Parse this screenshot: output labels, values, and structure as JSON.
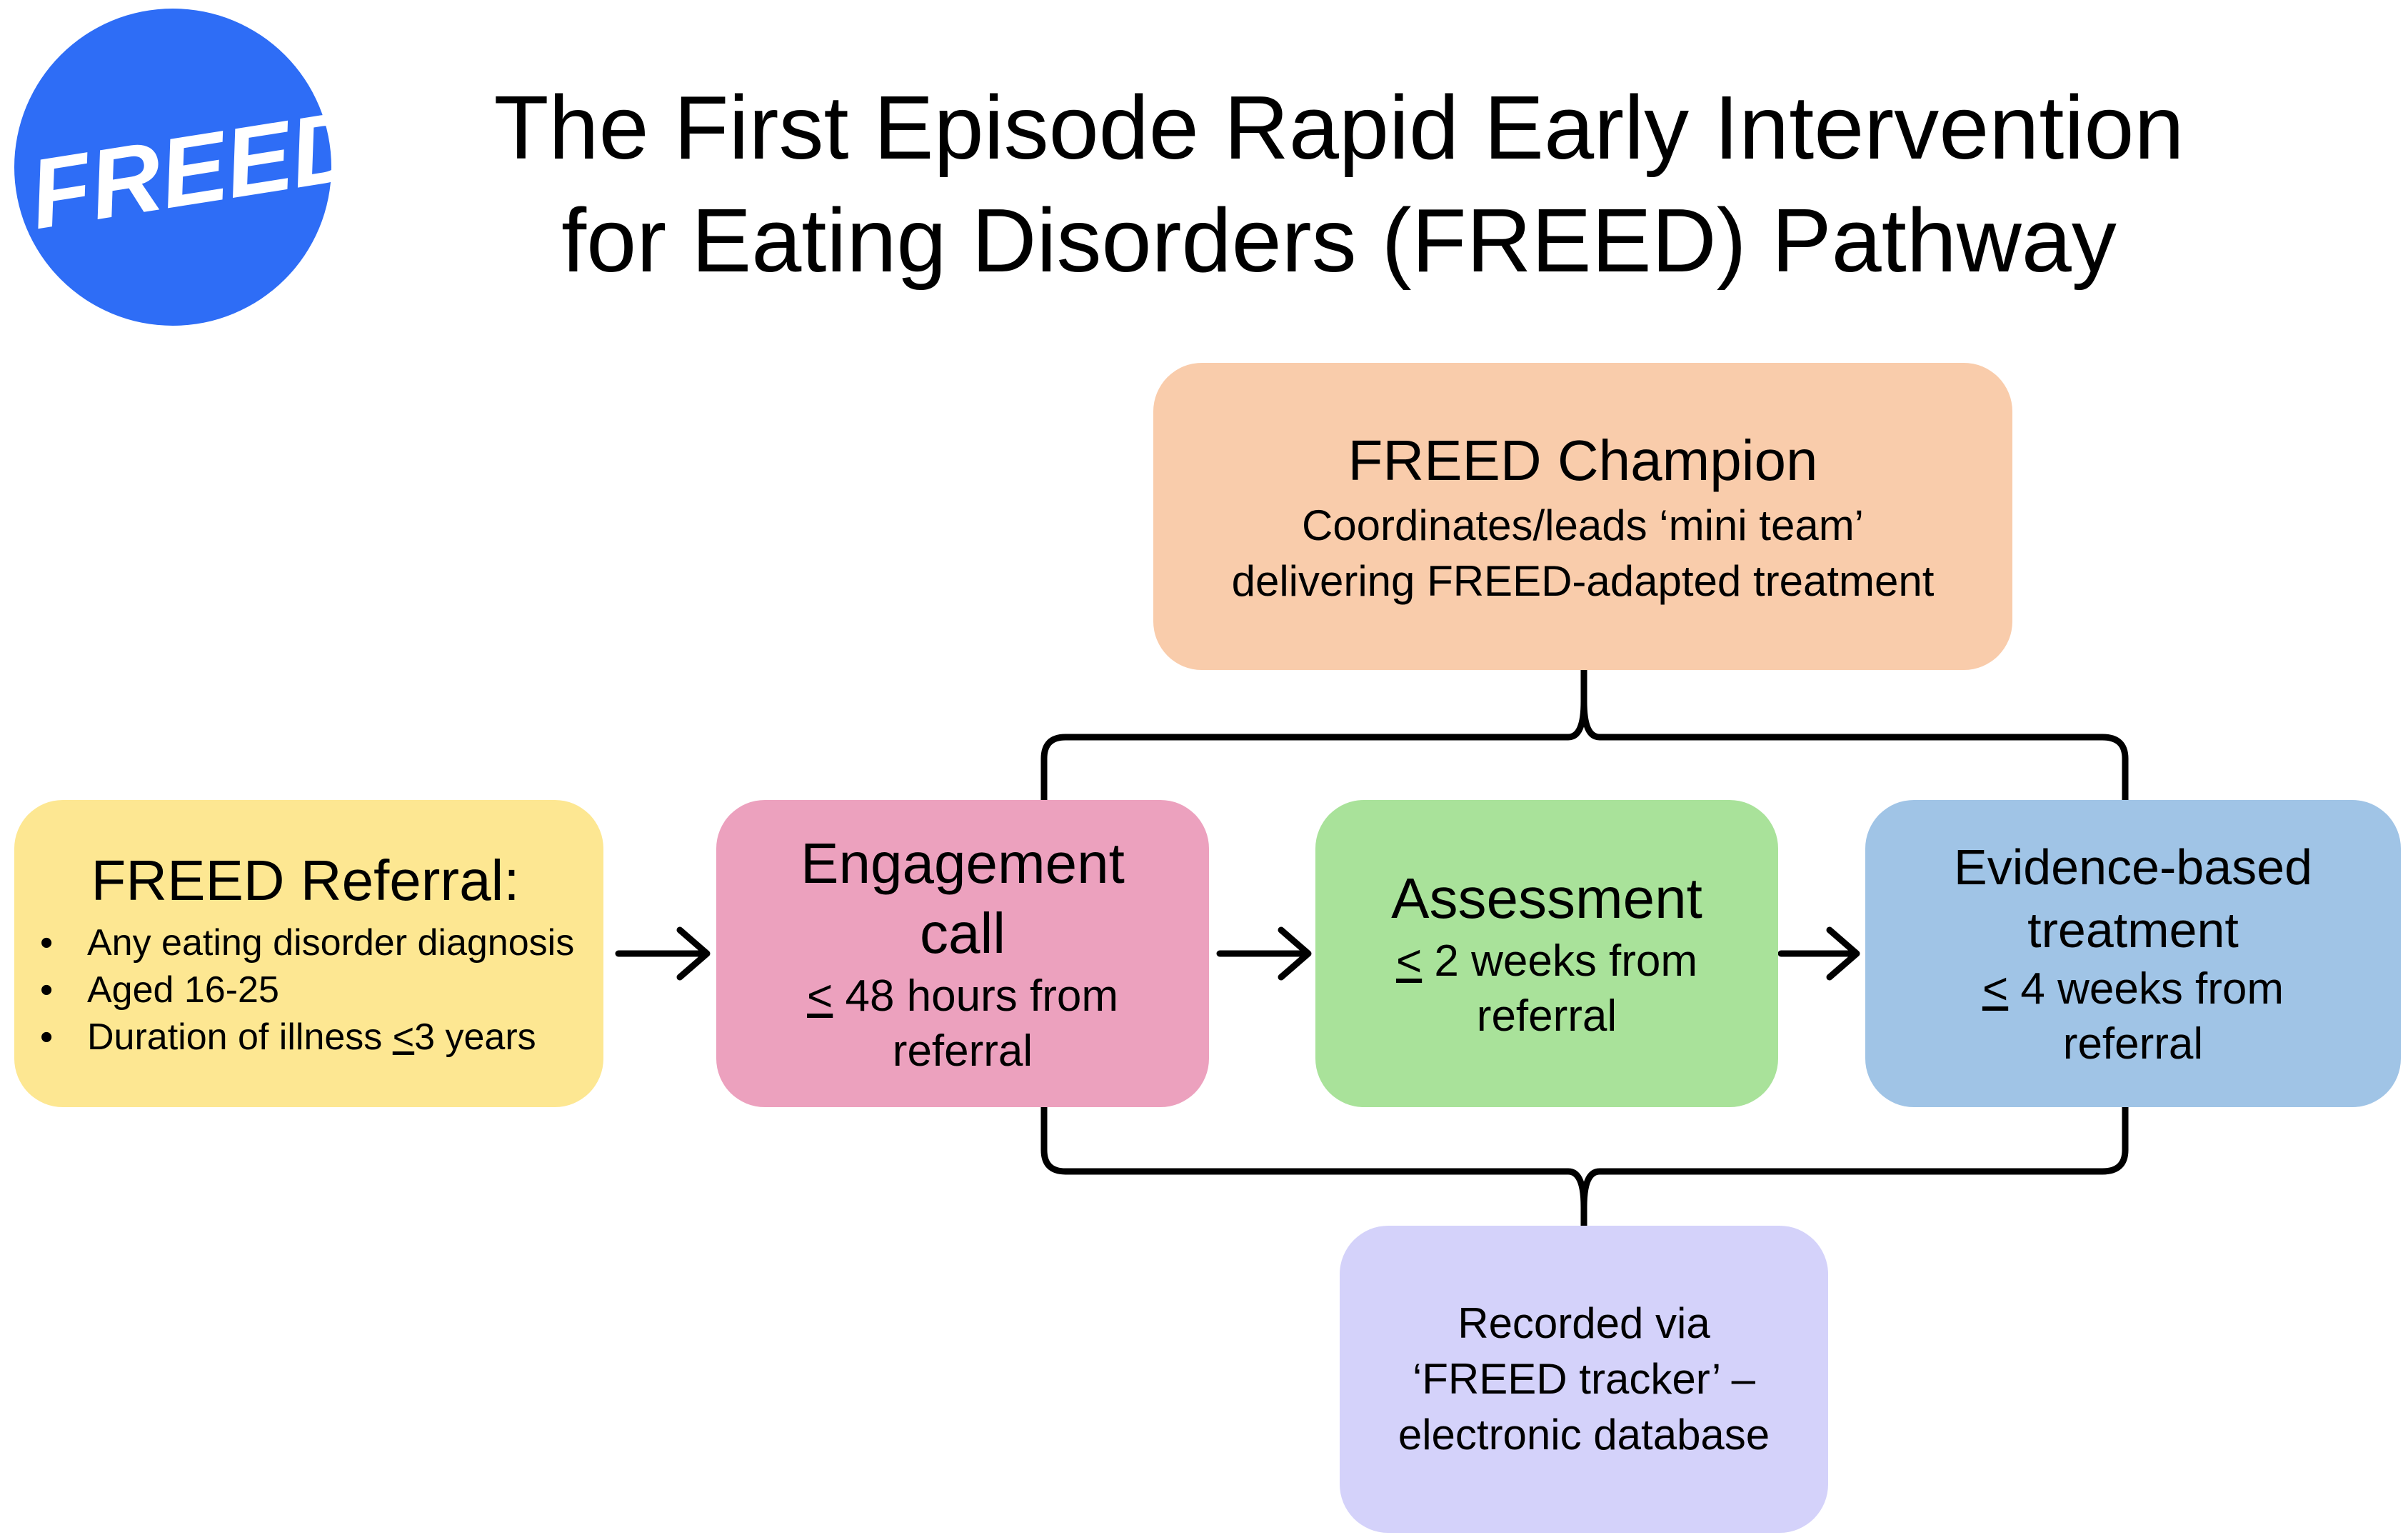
{
  "logo": {
    "text": "FREED",
    "color": "#2e6df6",
    "text_color": "#ffffff"
  },
  "title": {
    "line1": "The First Episode Rapid Early Intervention",
    "line2": "for Eating Disorders (FREED) Pathway"
  },
  "champion": {
    "heading": "FREED Champion",
    "line1": "Coordinates/leads ‘mini team’",
    "line2": "delivering FREED-adapted treatment",
    "color": "#f9ccab"
  },
  "referral": {
    "heading": "FREED Referral:",
    "bullet_symbol": "•",
    "item1": "Any eating disorder diagnosis",
    "item2": "Aged 16-25",
    "item3_prefix": "Duration of illness ",
    "item3_underlined": "<",
    "item3_suffix": "3 years",
    "color": "#fde792"
  },
  "engagement": {
    "heading_line1": "Engagement",
    "heading_line2": "call",
    "sub_symbol": "<",
    "sub_line1_rest": " 48 hours from",
    "sub_line2": "referral",
    "color": "#eca1be"
  },
  "assessment": {
    "heading": "Assessment",
    "sub_symbol": "<",
    "sub_line1_rest": " 2 weeks from",
    "sub_line2": "referral",
    "color": "#a9e29a"
  },
  "treatment": {
    "heading_line1": "Evidence-based",
    "heading_line2": "treatment",
    "sub_symbol": "<",
    "sub_line1_rest": " 4 weeks from",
    "sub_line2": "referral",
    "color": "#a0c4e6"
  },
  "recorded": {
    "line1": "Recorded via",
    "line2": "‘FREED tracker’ –",
    "line3": "electronic database",
    "color": "#d4d2fa"
  }
}
